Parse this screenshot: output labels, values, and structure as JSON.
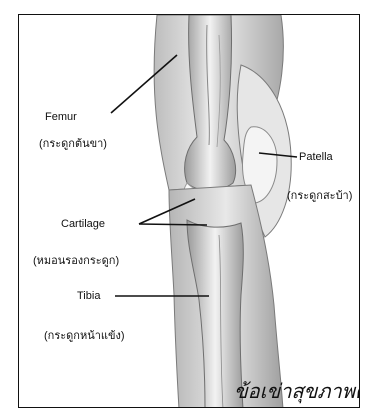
{
  "labels": {
    "femur": "Femur",
    "femur_thai": "(กระดูกต้นขา)",
    "patella": "Patella",
    "patella_thai": "(กระดูกสะบ้า)",
    "cartilage": "Cartilage",
    "cartilage_thai": "(หมอนรองกระดูก)",
    "tibia": "Tibia",
    "tibia_thai": "(กระดูกหน้าแข้ง)"
  },
  "caption": "ข้อเข่าสุขภาพดี",
  "colors": {
    "border": "#111111",
    "bone_light": "#ececec",
    "bone_mid": "#c9c9c9",
    "bone_dark": "#8d8d8d",
    "line": "#111111"
  }
}
